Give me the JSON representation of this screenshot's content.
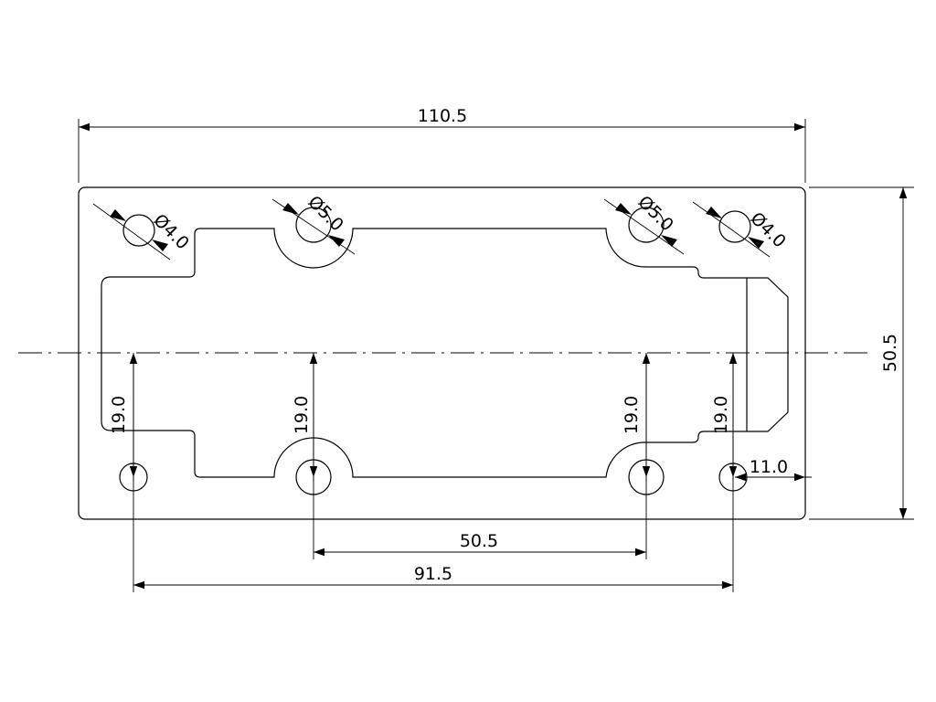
{
  "dimensions": {
    "overall_width": "110.5",
    "overall_height": "50.5",
    "hole_spacing_inner": "50.5",
    "hole_spacing_outer": "91.5",
    "edge_offset": "11.0",
    "offset_left": "19.0",
    "offset_center_left": "19.0",
    "offset_center_right": "19.0",
    "offset_right": "19.0"
  },
  "diameters": {
    "hole_top_left": "Ø4.0",
    "hole_top_cl": "Ø5.0",
    "hole_top_cr": "Ø5.0",
    "hole_top_right": "Ø4.0"
  }
}
